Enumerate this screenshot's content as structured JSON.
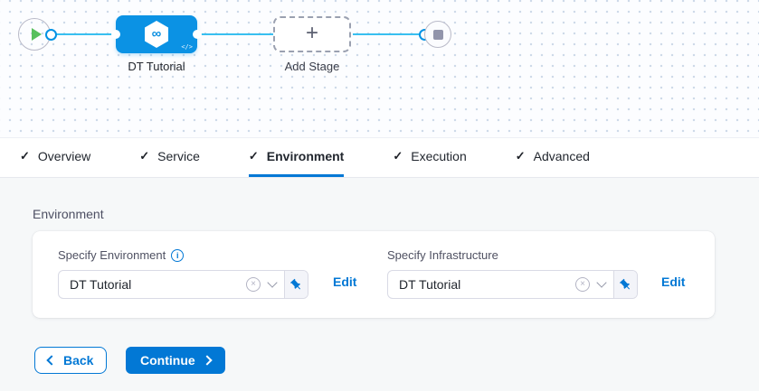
{
  "pipeline_canvas": {
    "stage": {
      "label": "DT Tutorial",
      "icon_glyph": "∞",
      "code_glyph": "</>"
    },
    "add_stage": {
      "label": "Add Stage",
      "plus_glyph": "+"
    }
  },
  "tabs": {
    "check_glyph": "✓",
    "items": [
      {
        "label": "Overview",
        "active": false
      },
      {
        "label": "Service",
        "active": false
      },
      {
        "label": "Environment",
        "active": true
      },
      {
        "label": "Execution",
        "active": false
      },
      {
        "label": "Advanced",
        "active": false
      }
    ]
  },
  "environment_section": {
    "heading": "Environment",
    "fields": [
      {
        "label": "Specify Environment",
        "info_glyph": "i",
        "value": "DT Tutorial",
        "clear_glyph": "×",
        "edit_label": "Edit"
      },
      {
        "label": "Specify Infrastructure",
        "value": "DT Tutorial",
        "clear_glyph": "×",
        "edit_label": "Edit"
      }
    ]
  },
  "footer": {
    "back_label": "Back",
    "continue_label": "Continue"
  },
  "colors": {
    "primary_blue": "#0278d5",
    "stage_blue": "#0b92e4",
    "connector_line": "#38bff0",
    "play_green": "#57c05c",
    "stop_gray": "#9295ab",
    "content_bg": "#f6f8f9"
  }
}
